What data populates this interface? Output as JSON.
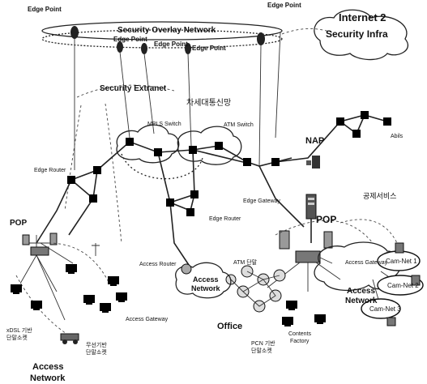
{
  "labels": {
    "edge_point_tl": "Edge Point",
    "edge_point_tr": "Edge Point",
    "edge_point_1": "Edge Point",
    "edge_point_2": "Edge Point",
    "edge_point_3": "Edge Point",
    "overlay_title": "Security Overlay Network",
    "internet2_line1": "Internet 2",
    "internet2_line2": "Security Infra",
    "security_extranet": "Security Extranet",
    "korean_backbone": "차세대통신망",
    "mpls_switch": "MPLS Switch",
    "atm_switch": "ATM Switch",
    "nap": "NAP",
    "abilis": "Abils",
    "edge_router_left": "Edge Router",
    "edge_router_mid": "Edge Router",
    "edge_gateway": "Edge Gateway",
    "pop_left": "POP",
    "pop_right": "POP",
    "korean_service": "공제서비스",
    "access_router": "Access Router",
    "access_network_mid_1": "Access",
    "access_network_mid_2": "Network",
    "atm_terminal": "ATM 단말",
    "access_gateway_left": "Access Gateway",
    "access_gateway_right": "Access Gateway",
    "access_network_right_1": "Access",
    "access_network_right_2": "Network",
    "campnet_1": "Cam-Net 1",
    "campnet_2": "Cam-Net 2",
    "campnet_3": "Cam-Net 3",
    "office": "Office",
    "contents_1": "Contents",
    "contents_2": "Factory",
    "pcn_1": "PCN 기반",
    "pcn_2": "단말소켓",
    "xdsl_1": "xDSL 기반",
    "xdsl_2": "단말소켓",
    "mobile_1": "무선기반",
    "mobile_2": "단말소켓",
    "access_network_left_1": "Access",
    "access_network_left_2": "Network"
  },
  "colors": {
    "ink": "#111111",
    "device": "#9a9a9a",
    "background": "#ffffff"
  }
}
